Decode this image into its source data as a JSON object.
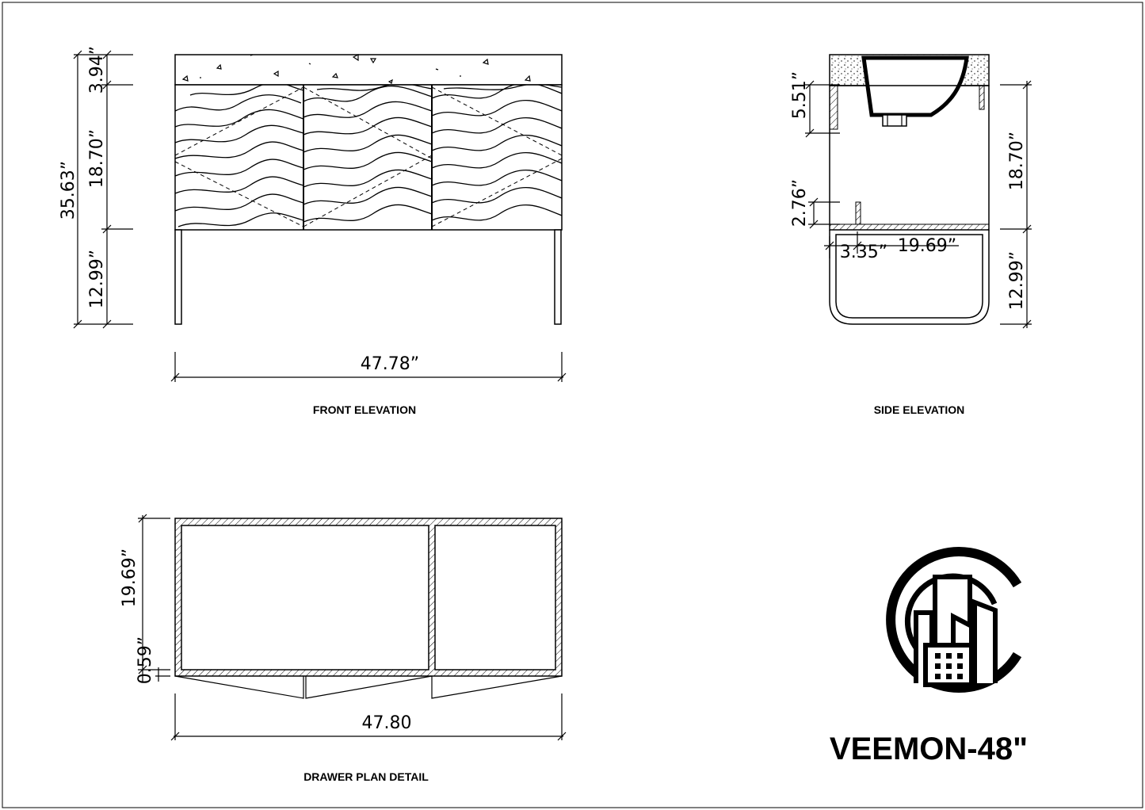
{
  "front_elevation": {
    "caption": "FRONT ELEVATION",
    "dims": {
      "top_thickness": "3.94”",
      "overall_height": "35.63”",
      "cabinet_height": "18.70”",
      "leg_height": "12.99”",
      "width": "47.78”"
    }
  },
  "side_elevation": {
    "caption": "SIDE ELEVATION",
    "dims": {
      "basin_depth": "5.51”",
      "shelf_lip": "2.76”",
      "cabinet_height": "18.70”",
      "leg_height": "12.99”",
      "offset": "3.35”",
      "depth": "19.69”"
    }
  },
  "drawer_plan": {
    "caption": "DRAWER PLAN DETAIL",
    "dims": {
      "depth": "19.69”",
      "front_thickness": "0.59”",
      "width": "47.80"
    }
  },
  "brand": {
    "model": "VEEMON-48\"",
    "logo": "city-building-logo-icon"
  },
  "colors": {
    "line": "#000000",
    "background": "#ffffff"
  }
}
